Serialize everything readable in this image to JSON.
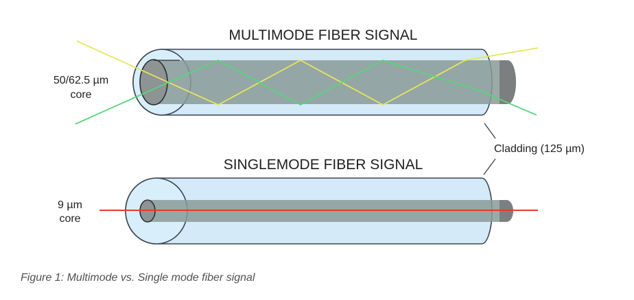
{
  "multimode": {
    "title": "MULTIMODE FIBER SIGNAL",
    "core_label_line1": "50/62.5 µm",
    "core_label_line2": "core",
    "signal_colors": [
      "#e8e65a",
      "#56d67a"
    ]
  },
  "singlemode": {
    "title": "SINGLEMODE FIBER SIGNAL",
    "core_label_line1": "9 µm",
    "core_label_line2": "core",
    "signal_color": "#e23a33"
  },
  "cladding_label": "Cladding (125 µm)",
  "caption": "Figure 1: Multimode vs. Single mode fiber signal",
  "colors": {
    "cladding_fill": "#cde6f7",
    "cladding_stroke": "#3a4550",
    "core_fill": "#8a9a98",
    "core_end": "#7c7f80"
  }
}
